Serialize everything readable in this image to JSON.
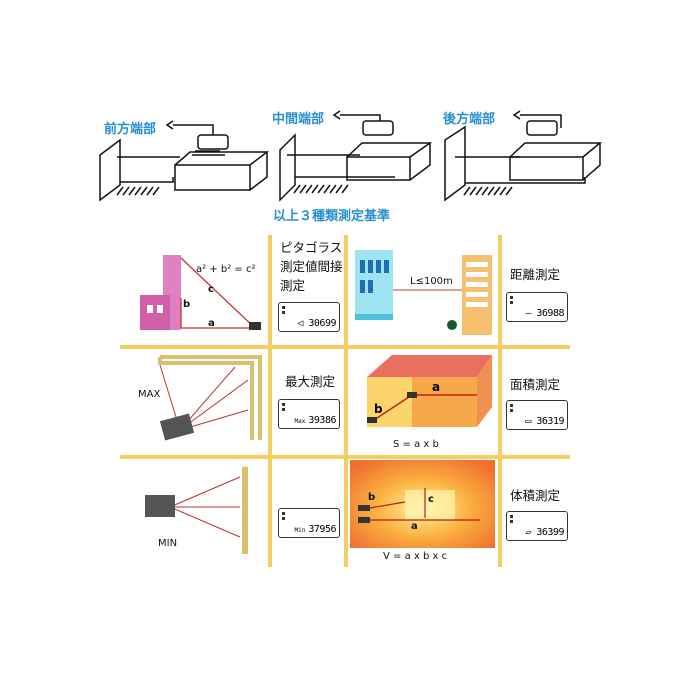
{
  "top": {
    "labels": [
      "前方端部",
      "中間端部",
      "後方端部"
    ],
    "caption": "以上３種類測定基準"
  },
  "cells": {
    "pythagoras": {
      "formula": "a² + b² = c²",
      "a": "a",
      "b": "b",
      "c": "c",
      "label_lines": [
        "ピタゴラス",
        "測定値間接",
        "測定"
      ],
      "lcd": "◁ 30699"
    },
    "distance": {
      "range": "L≤100m",
      "label": "距離測定",
      "lcd": "– 36988"
    },
    "max": {
      "tag": "MAX",
      "label": "最大測定",
      "lcd_prefix": "Max",
      "lcd": "39386"
    },
    "area": {
      "a": "a",
      "b": "b",
      "formula": "S = a x b",
      "label": "面積測定",
      "lcd": "▭ 36319"
    },
    "min": {
      "tag": "MIN",
      "lcd_prefix": "Min",
      "lcd": "37956"
    },
    "volume": {
      "a": "a",
      "b": "b",
      "c": "c",
      "formula": "V = a x b x c",
      "label": "体積測定",
      "lcd": "▱ 36399"
    }
  }
}
